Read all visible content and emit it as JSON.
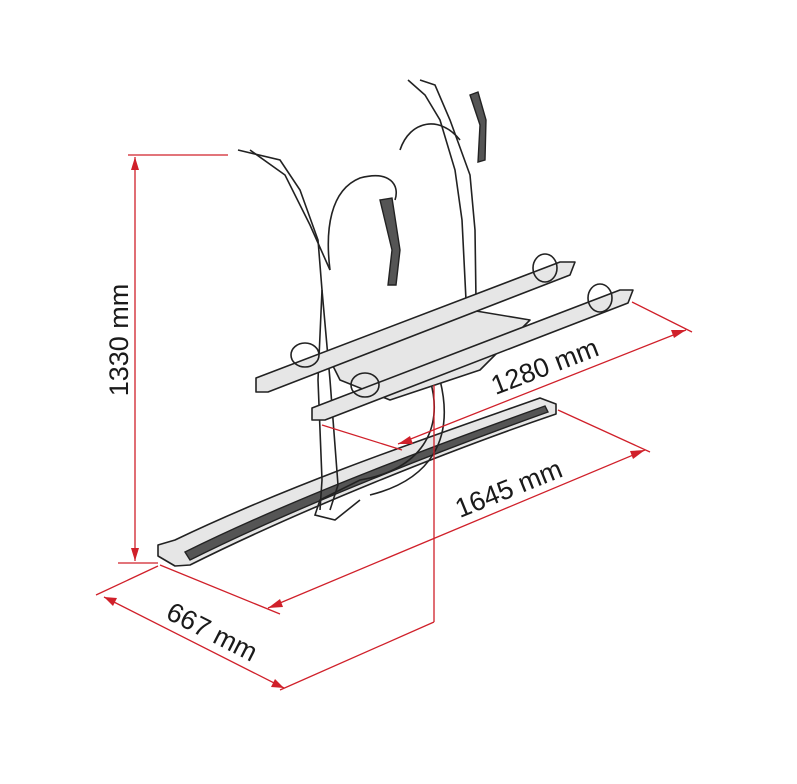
{
  "diagram": {
    "subject": "bike-carrier",
    "dimensions": {
      "height": "1330 mm",
      "rail_length": "1280 mm",
      "base_length": "1645 mm",
      "depth": "667 mm"
    },
    "colors": {
      "dimension_line": "#d0202a",
      "outline": "#222222",
      "fill": "#e6e6e6"
    }
  }
}
